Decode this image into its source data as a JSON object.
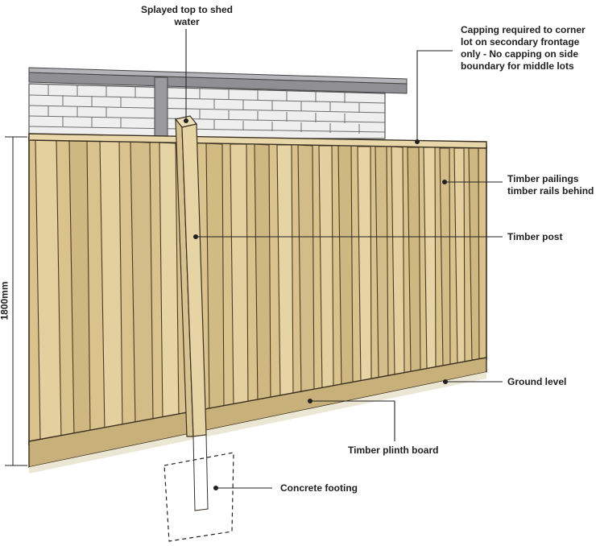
{
  "labels": {
    "splayed_top": "Splayed top to shed\nwater",
    "capping": "Capping required to corner\nlot on secondary frontage\nonly - No capping on side\nboundary for middle lots",
    "pailings": "Timber pailings\ntimber rails behind",
    "post": "Timber post",
    "ground": "Ground level",
    "plinth": "Timber plinth board",
    "footing": "Concrete footing",
    "height": "1800mm"
  },
  "colors": {
    "timber_light": "#e6d4a4",
    "timber_mid": "#d2bb83",
    "timber_dark": "#a58d5a",
    "outline": "#3a3022",
    "brick": "#ededed",
    "roof": "#8d8d92",
    "leader": "#222222"
  }
}
